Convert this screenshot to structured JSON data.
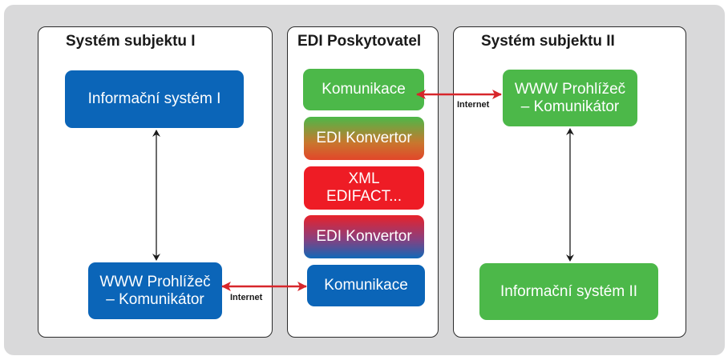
{
  "panels": {
    "left": {
      "title": "Systém subjektu I"
    },
    "middle": {
      "title": "EDI Poskytovatel"
    },
    "right": {
      "title": "Systém subjektu II"
    }
  },
  "left_boxes": {
    "info_system": "Informační systém I",
    "browser": "WWW Prohlížeč\n– Komunikátor"
  },
  "middle_boxes": {
    "komunikace_top": "Komunikace",
    "edi_konvertor_1": "EDI Konvertor",
    "xml_edifact": "XML\nEDIFACT...",
    "edi_konvertor_2": "EDI Konvertor",
    "komunikace_bottom": "Komunikace"
  },
  "right_boxes": {
    "browser": "WWW Prohlížeč\n– Komunikátor",
    "info_system": "Informační systém II"
  },
  "connections": {
    "internet_top": "Internet",
    "internet_bottom": "Internet"
  },
  "colors": {
    "blue": "#0b65b8",
    "green": "#4cb849",
    "red": "#ee1c25",
    "arrow_red": "#d7262b",
    "arrow_black": "#1a1a1a"
  }
}
